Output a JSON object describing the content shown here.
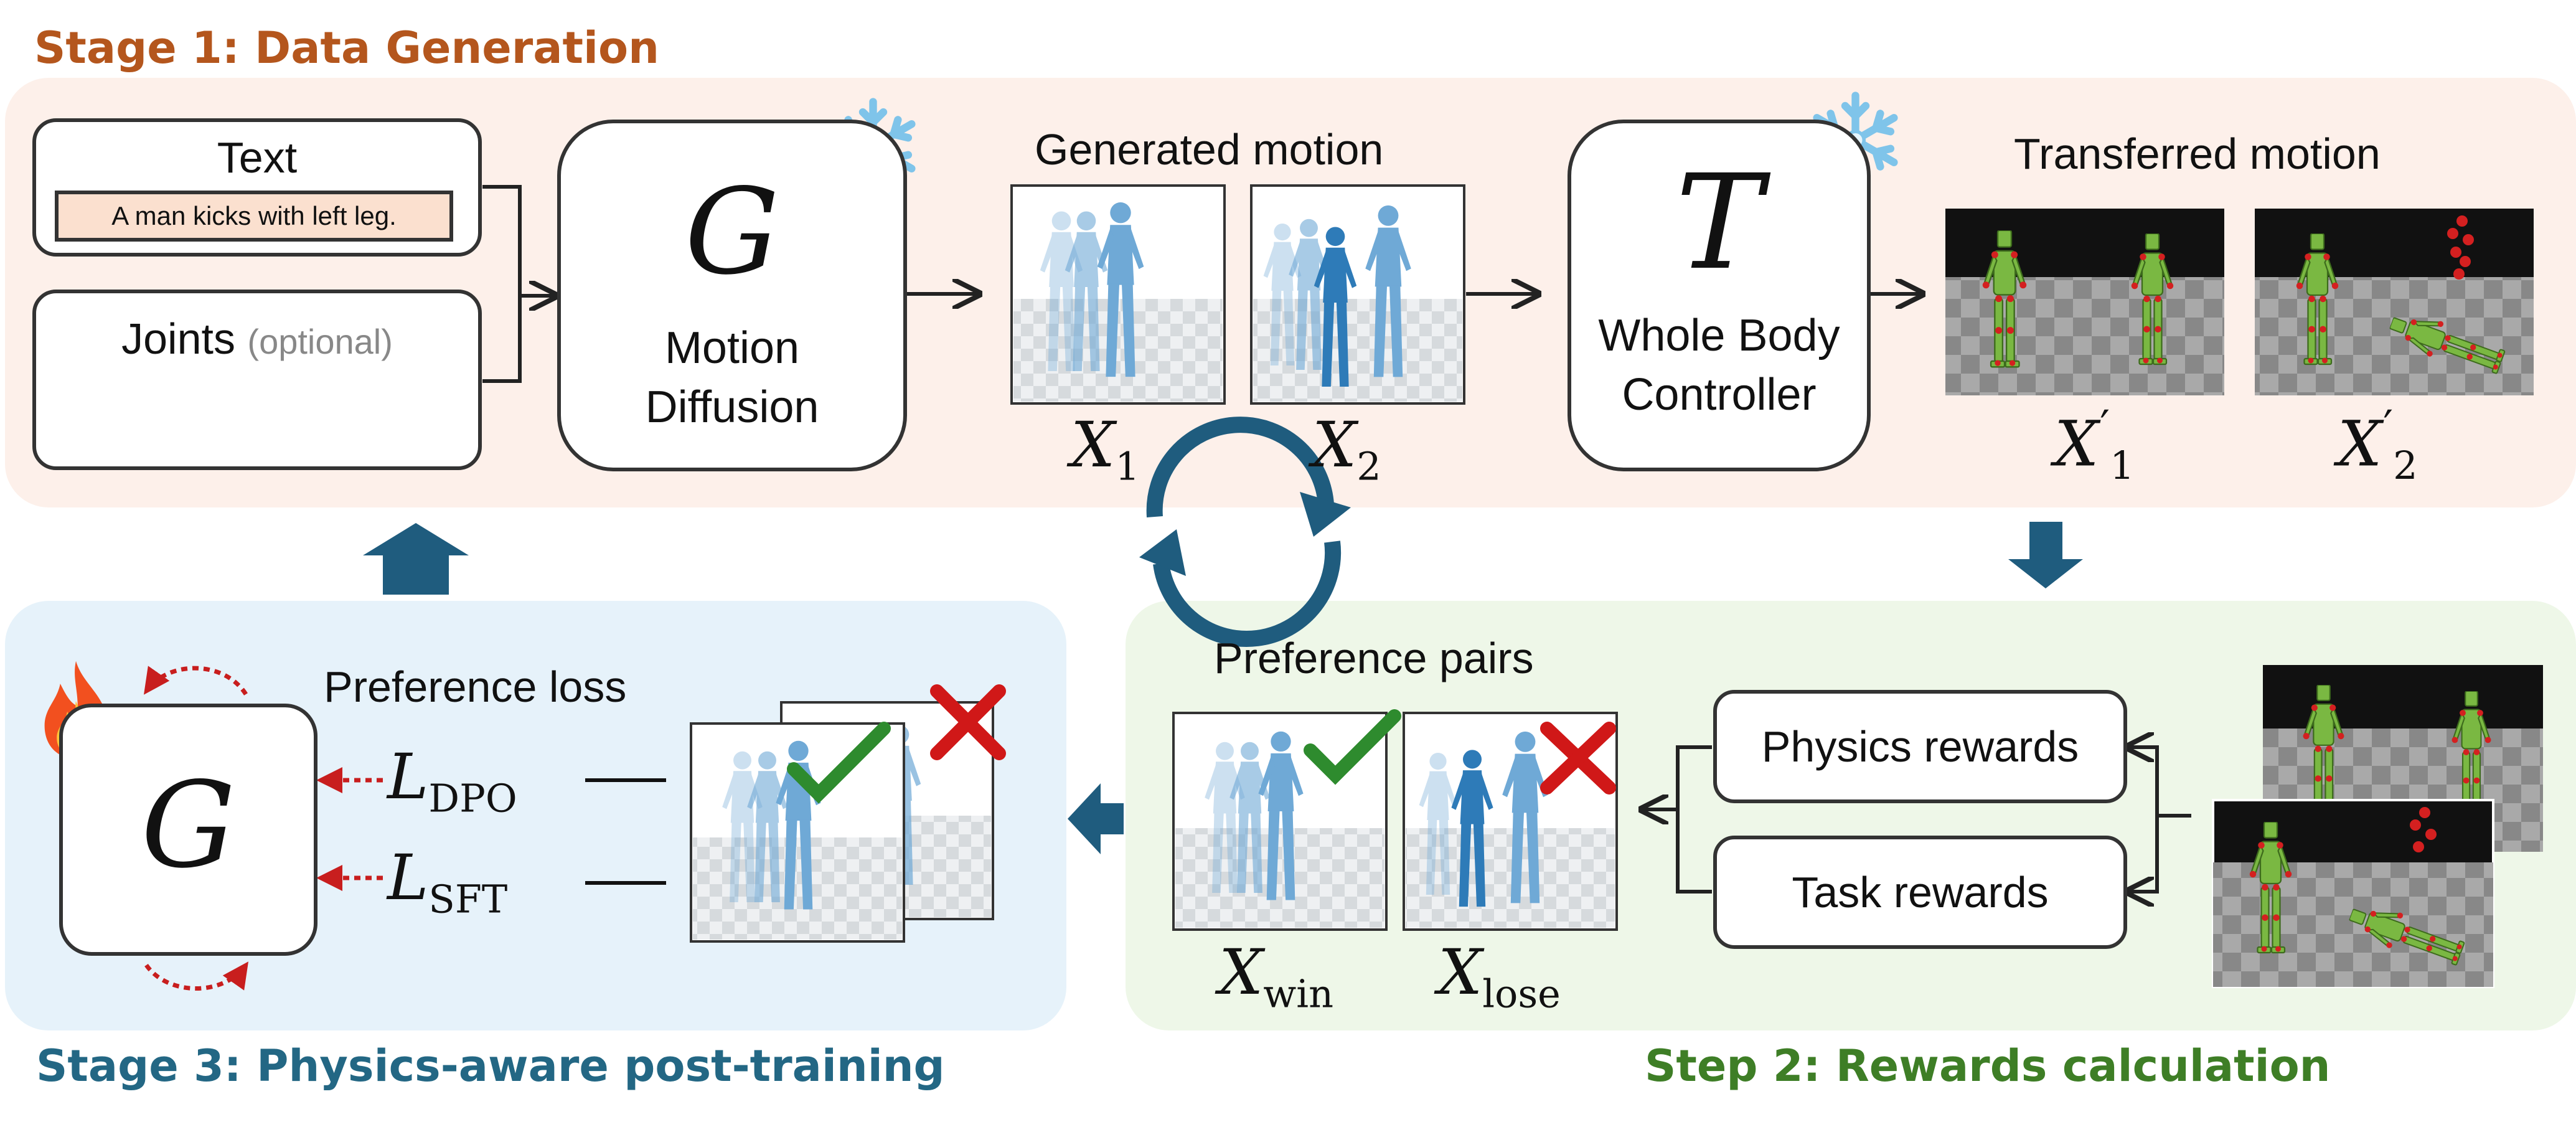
{
  "stage1": {
    "title": "Stage 1: Data Generation",
    "text_box_label": "Text",
    "text_prompt": "A man kicks with left leg.",
    "joints_label": "Joints",
    "joints_optional": "(optional)",
    "model_symbol": "G",
    "model_line1": "Motion",
    "model_line2": "Diffusion",
    "generated_label": "Generated motion",
    "x1_symbol": "X",
    "x1_sub": "1",
    "x2_symbol": "X",
    "x2_sub": "2",
    "controller_symbol": "T",
    "controller_line1": "Whole Body",
    "controller_line2": "Controller",
    "transferred_label": "Transferred motion",
    "x1p_symbol": "X",
    "x1p_sub": "1",
    "x2p_symbol": "X",
    "x2p_sub": "2",
    "prime": "′"
  },
  "step2": {
    "title": "Step 2: Rewards calculation",
    "pairs_label": "Preference pairs",
    "physics_rewards": "Physics rewards",
    "task_rewards": "Task rewards",
    "xwin_symbol": "X",
    "xwin_sub": "win",
    "xlose_symbol": "X",
    "xlose_sub": "lose"
  },
  "stage3": {
    "title": "Stage 3: Physics-aware post-training",
    "loss_label": "Preference loss",
    "model_symbol": "G",
    "dpo_symbol": "L",
    "dpo_sub": "DPO",
    "sft_symbol": "L",
    "sft_sub": "SFT"
  },
  "icons": {
    "frozen": "snowflake-icon",
    "trainable": "flame-icon",
    "preferred": "checkmark-icon",
    "rejected": "cross-icon"
  },
  "colors": {
    "stage1_title": "#b4561d",
    "stage1_panel": "#fdf0ea",
    "step2_title": "#3e7e26",
    "step2_panel": "#eef7e8",
    "stage3_title": "#236784",
    "stage3_panel": "#e6f2fa",
    "flow_arrow": "#1f5c7e",
    "joint_node": "#1f5c7e",
    "human_figure": "#6fa9d6",
    "robot": "#7ab842",
    "robot_joint": "#d42020",
    "check": "#2e8b2e",
    "cross": "#d01818",
    "dotted_arrow": "#c81e1e"
  }
}
